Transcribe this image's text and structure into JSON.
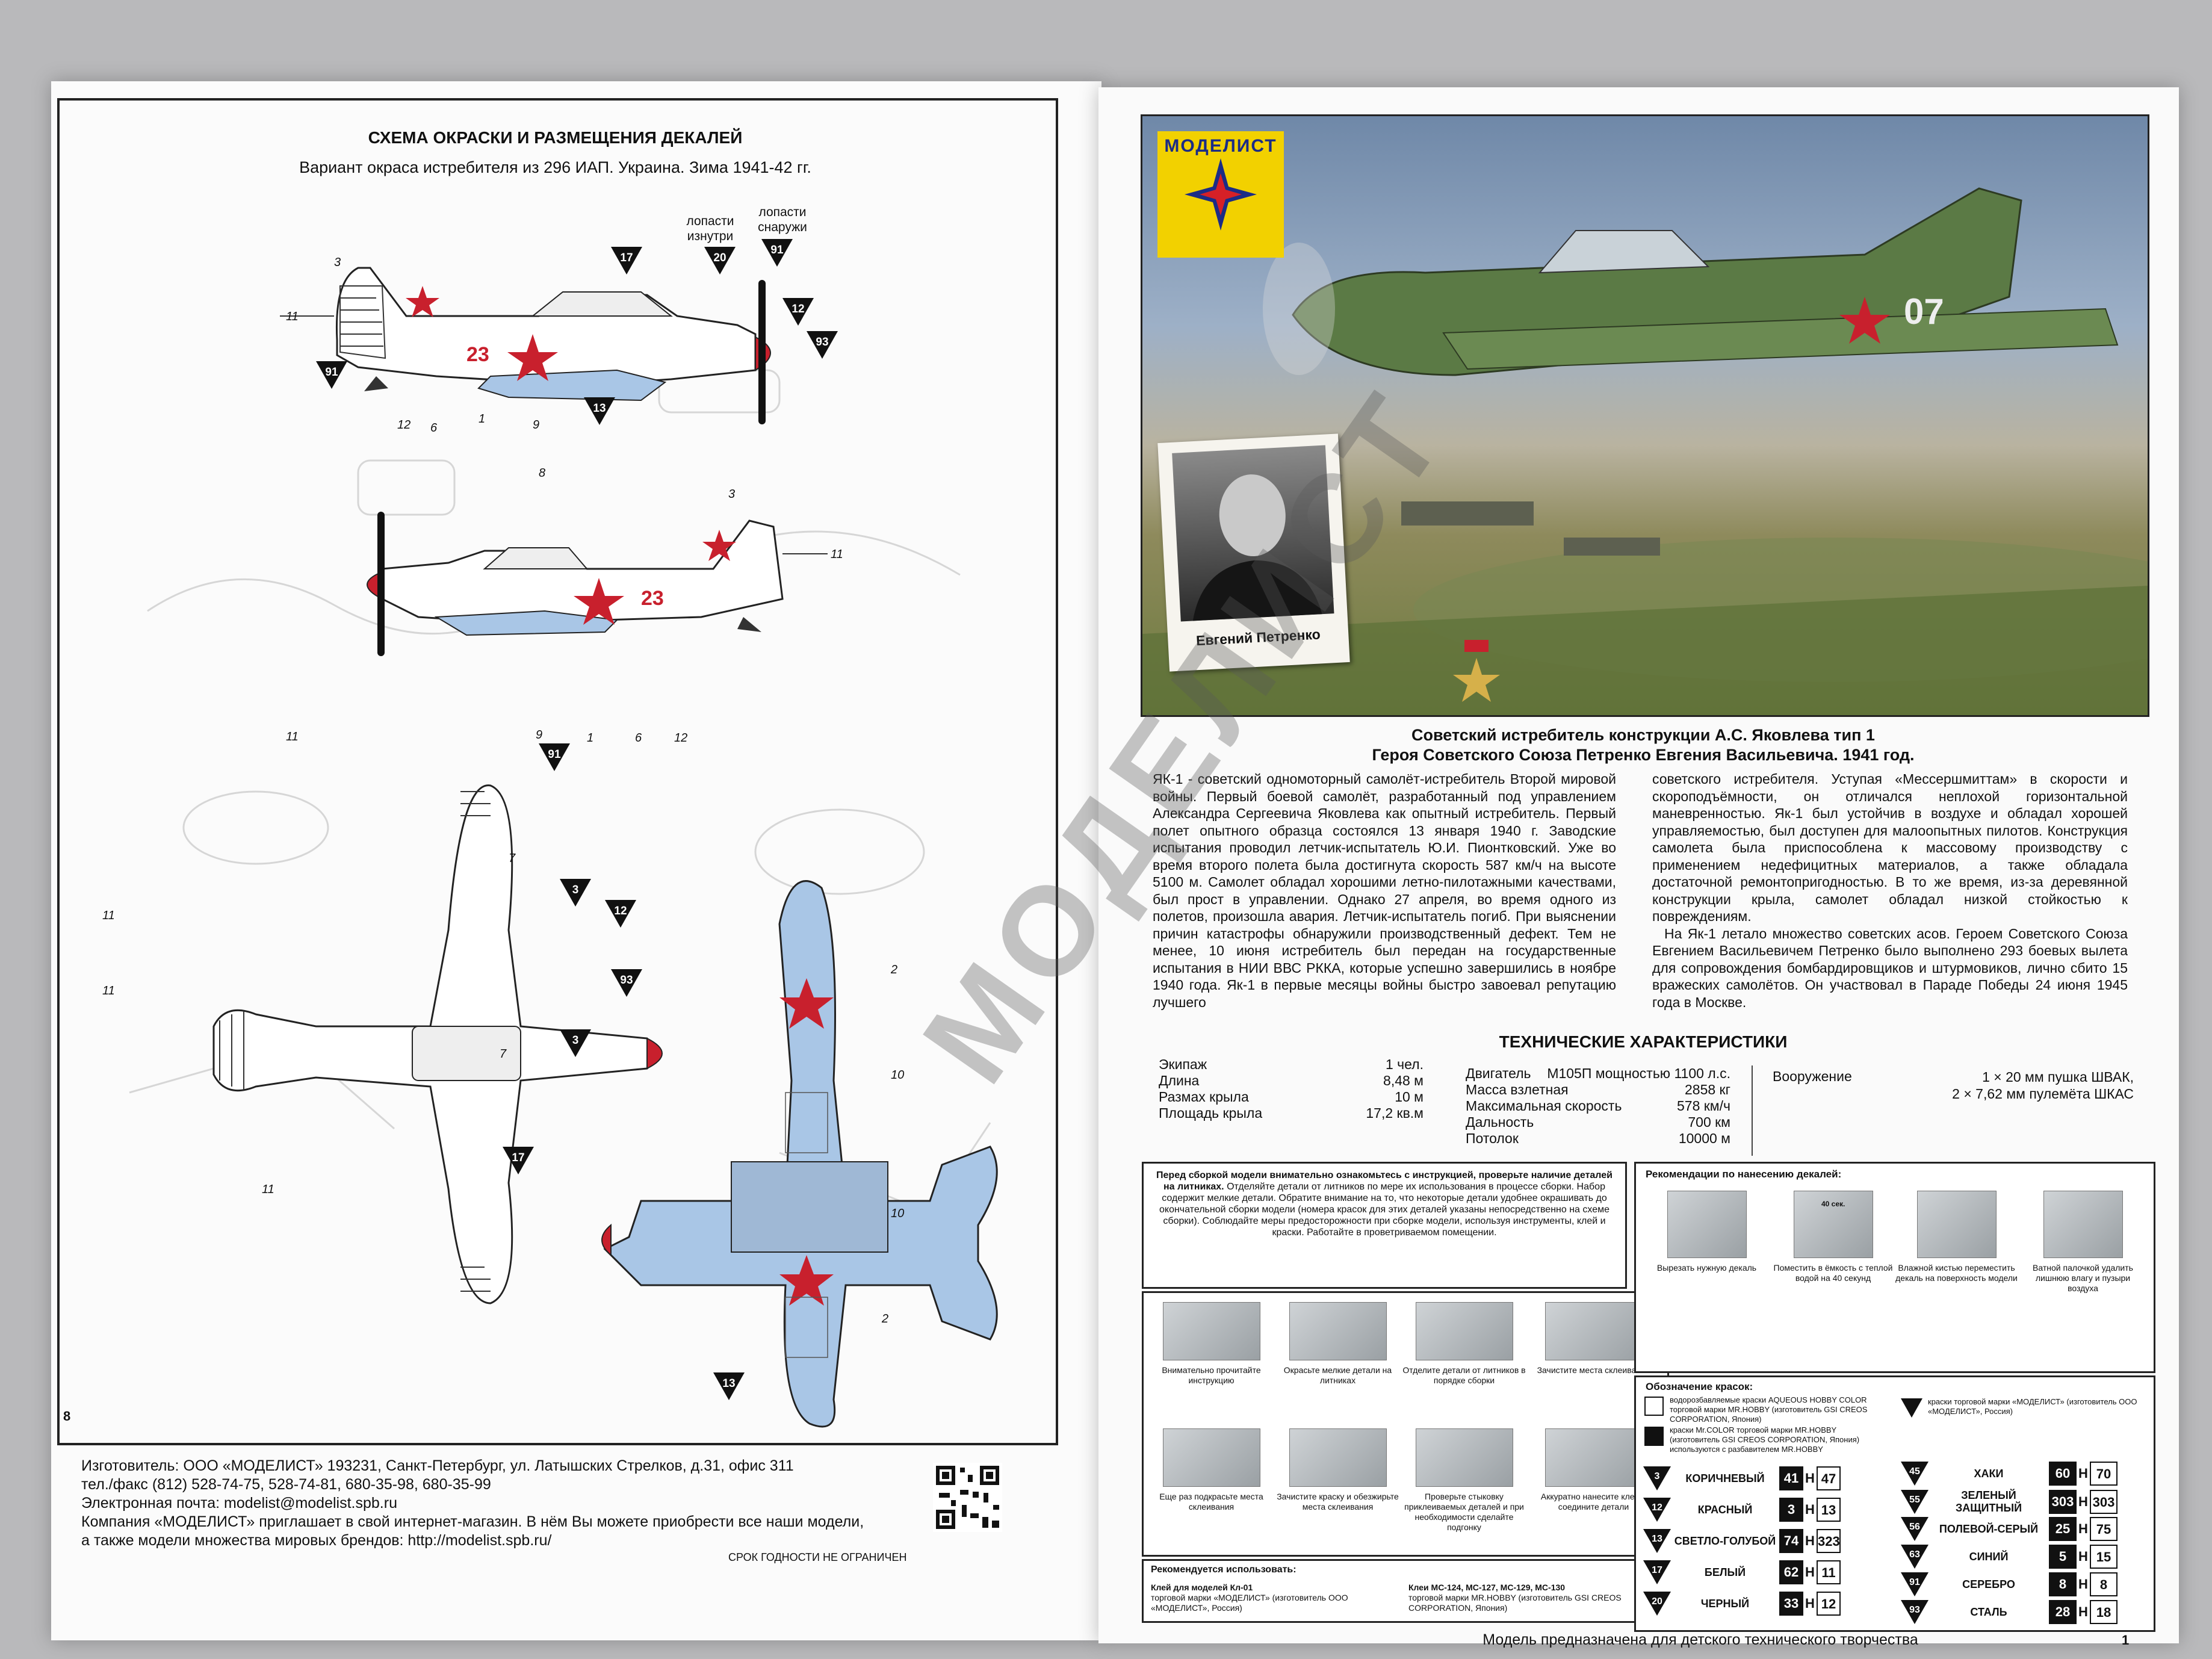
{
  "left": {
    "title": "СХЕМА ОКРАСКИ И РАЗМЕЩЕНИЯ ДЕКАЛЕЙ",
    "subtitle": "Вариант окраса истребителя из 296 ИАП. Украина. Зима 1941-42 гг.",
    "prop_inner": "лопасти изнутри",
    "prop_outer": "лопасти снаружи",
    "tail_number": "23",
    "page_number": "8",
    "labels_side1": [
      "3",
      "11",
      "12",
      "6",
      "1",
      "9"
    ],
    "labels_side2": [
      "8",
      "3",
      "11",
      "9",
      "1",
      "6",
      "12"
    ],
    "labels_top": [
      "11",
      "7",
      "11",
      "11",
      "7",
      "11"
    ],
    "labels_bottom": [
      "2",
      "10",
      "10",
      "2"
    ],
    "triangles": [
      "17",
      "20",
      "91",
      "12",
      "93",
      "91",
      "13",
      "91",
      "3",
      "12",
      "93",
      "3",
      "17",
      "13"
    ],
    "footer": {
      "line1": "Изготовитель: ООО «МОДЕЛИСТ» 193231, Санкт-Петербург, ул. Латышских Стрелков, д.31, офис 311",
      "line2": "тел./факс (812) 528-74-75, 528-74-81, 680-35-98, 680-35-99",
      "line3": "Электронная почта: modelist@modelist.spb.ru",
      "line4": "Компания «МОДЕЛИСТ» приглашает в свой интернет-магазин. В нём Вы можете приобрести все наши модели,",
      "line5": "а также модели множества мировых брендов: http://modelist.spb.ru/",
      "shelf_life": "СРОК ГОДНОСТИ НЕ  ОГРАНИЧЕН"
    }
  },
  "right": {
    "logo_text": "МОДЕЛИСТ",
    "portrait_caption": "Евгений Петренко",
    "plane_number": "07",
    "headline1": "Советский истребитель конструкции А.С. Яковлева тип 1",
    "headline2": "Героя Советского Союза Петренко Евгения Васильевича. 1941 год.",
    "col1": "ЯК-1 -  советский одномоторный самолёт-истребитель Второй мировой войны. Первый боевой самолёт, разработанный под управлением Александра Сергеевича Яковлева как опытный истребитель. Первый полет опытного образца состоялся 13 января 1940 г. Заводские испытания проводил летчик-испытатель Ю.И. Пионтковский. Уже во время второго полета была достигнута скорость 587 км/ч на высоте 5100 м. Самолет обладал хорошими летно-пилотажными качествами, был прост в управлении. Однако 27 апреля, во время одного из полетов, произошла авария. Летчик-испытатель погиб. При выяснении причин катастрофы обнаружили производственный дефект. Тем не менее, 10 июня истребитель был передан на государственные испытания в НИИ ВВС РККА, которые успешно завершились в ноябре 1940 года. Як-1 в первые месяцы войны быстро завоевал репутацию лучшего",
    "col2": "советского истребителя. Уступая «Мессершмиттам» в скорости и скороподъёмности, он отличался неплохой горизонтальной маневренностью. Як-1 был устойчив в воздухе и обладал хорошей управляемостью, был доступен для малоопытных пилотов. Конструкция самолета была приспособлена к массовому производству с применением недефицитных материалов, а также обладала достаточной ремонтопригодностью. В то же время, из-за деревянной конструкции крыла, самолет обладал низкой стойкостью к повреждениям.",
    "col2b": "На Як-1 летало множество советских асов. Героем Советского Союза Евгением Васильевичем Петренко было выполнено 293 боевых вылета для сопровождения бомбардировщиков и штурмовиков, лично сбито 15 вражеских самолётов. Он участвовал в Параде Победы 24 июня 1945 года в Москве.",
    "specs_title": "ТЕХНИЧЕСКИЕ ХАРАКТЕРИСТИКИ",
    "specs1": [
      [
        "Экипаж",
        "1 чел."
      ],
      [
        "Длина",
        "8,48 м"
      ],
      [
        "Размах крыла",
        "10 м"
      ],
      [
        "Площадь крыла",
        "17,2 кв.м"
      ]
    ],
    "specs2": [
      [
        "Двигатель",
        "М105П мощностью 1100 л.с."
      ],
      [
        "Масса взлетная",
        "2858 кг"
      ],
      [
        "Максимальная скорость",
        "578 км/ч"
      ],
      [
        "Дальность",
        "700 км"
      ],
      [
        "Потолок",
        "10000 м"
      ]
    ],
    "armament_label": "Вооружение",
    "armament1": "1 × 20 мм пушка ШВАК,",
    "armament2": "2 × 7,62 мм пулемёта ШКАС",
    "notice_title": "Перед сборкой модели внимательно ознакомьтесь с инструкцией, проверьте наличие деталей на литниках.",
    "notice_body": "Отделяйте детали от литников по мере их использования в процессе сборки. Набор содержит мелкие детали. Обратите внимание на то, что некоторые детали удобнее окрашивать до окончательной сборки модели (номера красок для этих деталей указаны непосредственно на схеме сборки). Соблюдайте меры предосторожности при сборке модели, используя инструменты, клей и краски. Работайте в проветриваемом помещении.",
    "steps": [
      "Внимательно прочитайте инструкцию",
      "Окрасьте мелкие детали на литниках",
      "Отделите детали от литников в порядке сборки",
      "Зачистите места склеивания",
      "Еще раз подкрасьте места склеивания",
      "Зачистите краску и обезжирьте места склеивания",
      "Проверьте стыковку приклеиваемых деталей и при необходимости сделайте подгонку",
      "Аккуратно нанесите клей и соедините детали"
    ],
    "decal_title": "Рекомендации по нанесению декалей:",
    "decal_steps": [
      "Вырезать нужную декаль",
      "Поместить в ёмкость с теплой водой на 40 секунд",
      "Влажной кистью переместить декаль на поверхность модели",
      "Ватной палочкой удалить лишнюю влагу и пузыри воздуха"
    ],
    "decal_timer": "40 сек.",
    "paint_title": "Обозначение красок:",
    "paint_legend1": "водорозбавляемые краски AQUEOUS HOBBY COLOR торговой марки MR.HOBBY (изготовитель GSI CREOS CORPORATION, Япония)",
    "paint_legend2": "краски Mr.COLOR торговой марки MR.HOBBY (изготовитель GSI CREOS CORPORATION, Япония) используются с разбавителем MR.HOBBY",
    "paint_legend3": "краски торговой марки «МОДЕЛИСТ» (изготовитель ООО «МОДЕЛИСТ», Россия)",
    "h_letter": "Н",
    "colors_left": [
      [
        "3",
        "КОРИЧНЕВЫЙ",
        "41",
        "47"
      ],
      [
        "12",
        "КРАСНЫЙ",
        "3",
        "13"
      ],
      [
        "13",
        "СВЕТЛО-ГОЛУБОЙ",
        "74",
        "323"
      ],
      [
        "17",
        "БЕЛЫЙ",
        "62",
        "11"
      ],
      [
        "20",
        "ЧЕРНЫЙ",
        "33",
        "12"
      ]
    ],
    "colors_right": [
      [
        "45",
        "ХАКИ",
        "60",
        "70"
      ],
      [
        "55",
        "ЗЕЛЕНЫЙ ЗАЩИТНЫЙ",
        "303",
        "303"
      ],
      [
        "56",
        "ПОЛЕВОЙ-СЕРЫЙ",
        "25",
        "75"
      ],
      [
        "63",
        "СИНИЙ",
        "5",
        "15"
      ],
      [
        "91",
        "СЕРЕБРО",
        "8",
        "8"
      ],
      [
        "93",
        "СТАЛЬ",
        "28",
        "18"
      ]
    ],
    "glue_title": "Рекомендуется использовать:",
    "glue1": "Клей для моделей Кл-01",
    "glue1b": "торговой марки «МОДЕЛИСТ» (изготовитель ООО «МОДЕЛИСТ», Россия)",
    "glue2": "Клеи МС-124, МС-127, МС-129, МС-130",
    "glue2b": "торговой марки MR.HOBBY (изготовитель GSI CREOS CORPORATION, Япония)",
    "bottom_line": "Модель предназначена для детского технического творчества",
    "page_number": "1"
  },
  "watermark": "МОДЕЛИСТ"
}
